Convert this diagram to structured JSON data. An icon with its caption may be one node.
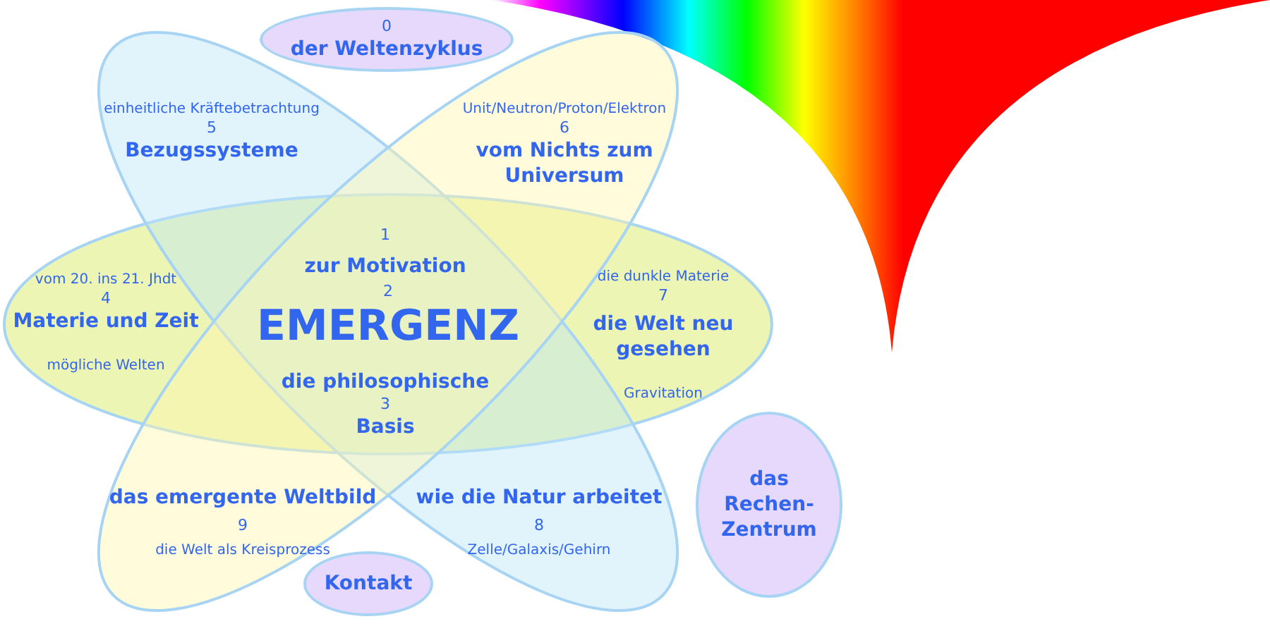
{
  "diagram": {
    "nodes": [
      {
        "text": [
          "0",
          "der Weltenzyklus"
        ]
      },
      {
        "text": [
          "1",
          "zur Motivation"
        ]
      },
      {
        "text": [
          "2",
          "EMERGENZ"
        ]
      },
      {
        "text": [
          "die philosophische",
          "3",
          "Basis"
        ]
      },
      {
        "text": [
          "vom 20. ins 21. Jhdt",
          "4",
          "Materie und Zeit",
          "mögliche Welten"
        ]
      },
      {
        "text": [
          "einheitliche Kräftebetrachtung",
          "5",
          "Bezugssysteme"
        ]
      },
      {
        "text": [
          "Unit/Neutron/Proton/Elektron",
          "6",
          "vom Nichts zum Universum"
        ]
      },
      {
        "text": [
          "die dunkle Materie",
          "7",
          "die Welt neu gesehen",
          "Gravitation"
        ]
      },
      {
        "text": [
          "wie die Natur arbeitet",
          "8",
          "Zelle/Galaxis/Gehirn"
        ]
      },
      {
        "text": [
          "das emergente Weltbild",
          "9",
          "die Welt als Kreisprozess"
        ]
      },
      {
        "text": [
          "Kontakt"
        ]
      },
      {
        "text": [
          "das Rechen-Zentrum"
        ]
      }
    ]
  }
}
